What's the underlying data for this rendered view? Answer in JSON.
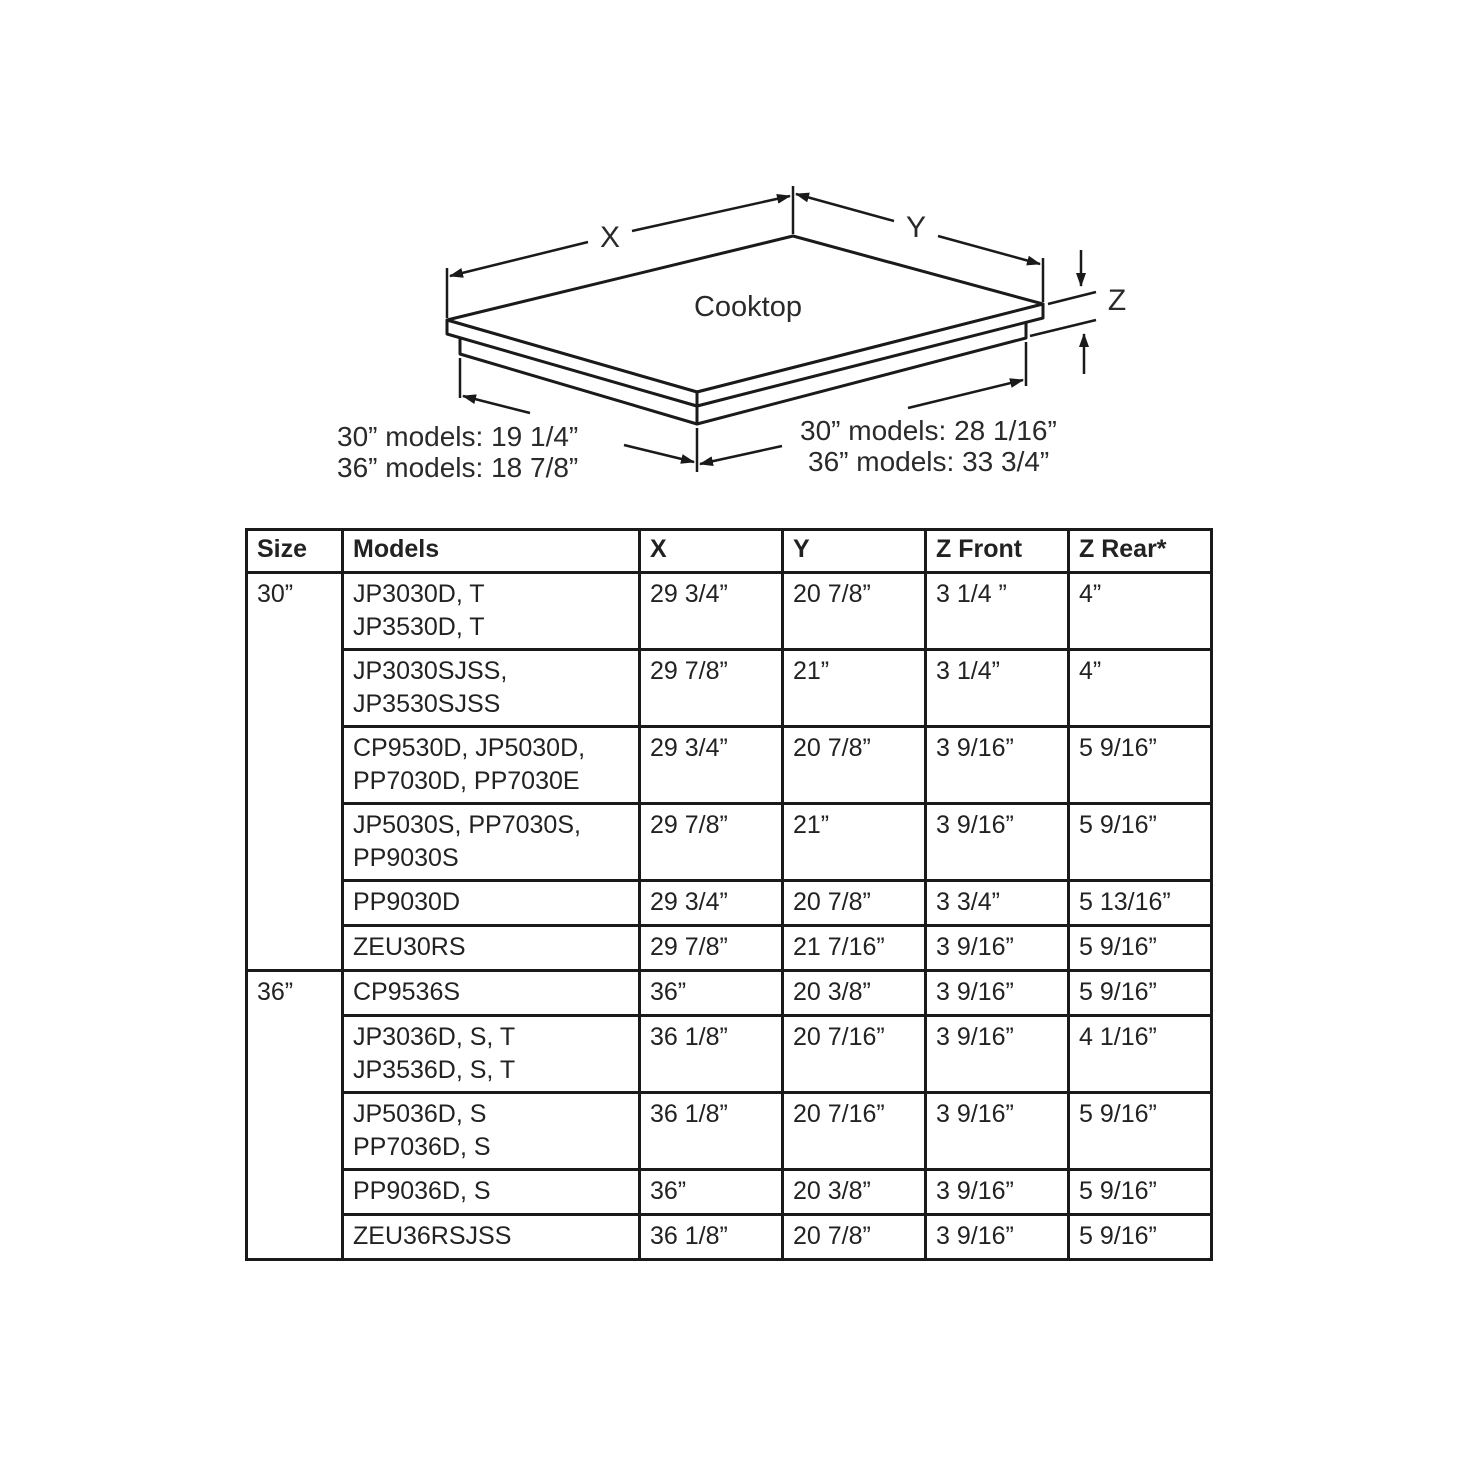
{
  "diagram": {
    "label_x": "X",
    "label_y": "Y",
    "label_z": "Z",
    "cooktop_label": "Cooktop",
    "left_dim_line1": "30” models: 19 1/4”",
    "left_dim_line2": "36” models: 18 7/8”",
    "right_dim_line1": "30” models: 28 1/16”",
    "right_dim_line2": "36” models: 33 3/4”"
  },
  "table": {
    "headers": [
      "Size",
      "Models",
      "X",
      "Y",
      "Z Front",
      "Z Rear*"
    ],
    "groups": [
      {
        "size": "30”",
        "rows": [
          {
            "models": [
              "JP3030D, T",
              "JP3530D, T"
            ],
            "x": "29 3/4”",
            "y": "20 7/8”",
            "z_front": "3 1/4 ”",
            "z_rear": "4”"
          },
          {
            "models": [
              "JP3030SJSS,",
              "JP3530SJSS"
            ],
            "x": "29 7/8”",
            "y": "21”",
            "z_front": "3 1/4”",
            "z_rear": "4”"
          },
          {
            "models": [
              "CP9530D, JP5030D,",
              "PP7030D, PP7030E"
            ],
            "x": "29 3/4”",
            "y": "20 7/8”",
            "z_front": "3 9/16”",
            "z_rear": "5 9/16”"
          },
          {
            "models": [
              "JP5030S, PP7030S,",
              "PP9030S"
            ],
            "x": "29 7/8”",
            "y": "21”",
            "z_front": "3 9/16”",
            "z_rear": "5 9/16”"
          },
          {
            "models": [
              "PP9030D"
            ],
            "x": "29 3/4”",
            "y": "20 7/8”",
            "z_front": "3 3/4”",
            "z_rear": "5 13/16”"
          },
          {
            "models": [
              "ZEU30RS"
            ],
            "x": "29 7/8”",
            "y": "21 7/16”",
            "z_front": "3 9/16”",
            "z_rear": "5 9/16”"
          }
        ]
      },
      {
        "size": "36”",
        "rows": [
          {
            "models": [
              "CP9536S"
            ],
            "x": "36”",
            "y": "20 3/8”",
            "z_front": "3 9/16”",
            "z_rear": "5 9/16”"
          },
          {
            "models": [
              "JP3036D, S, T",
              "JP3536D, S, T"
            ],
            "x": "36 1/8”",
            "y": "20 7/16”",
            "z_front": "3 9/16”",
            "z_rear": "4 1/16”"
          },
          {
            "models": [
              "JP5036D, S",
              "PP7036D, S"
            ],
            "x": "36 1/8”",
            "y": "20 7/16”",
            "z_front": "3 9/16”",
            "z_rear": "5 9/16”"
          },
          {
            "models": [
              "PP9036D, S"
            ],
            "x": "36”",
            "y": "20 3/8”",
            "z_front": "3 9/16”",
            "z_rear": "5 9/16”"
          },
          {
            "models": [
              "ZEU36RSJSS"
            ],
            "x": "36 1/8”",
            "y": "20 7/8”",
            "z_front": "3 9/16”",
            "z_rear": "5 9/16”"
          }
        ]
      }
    ]
  }
}
